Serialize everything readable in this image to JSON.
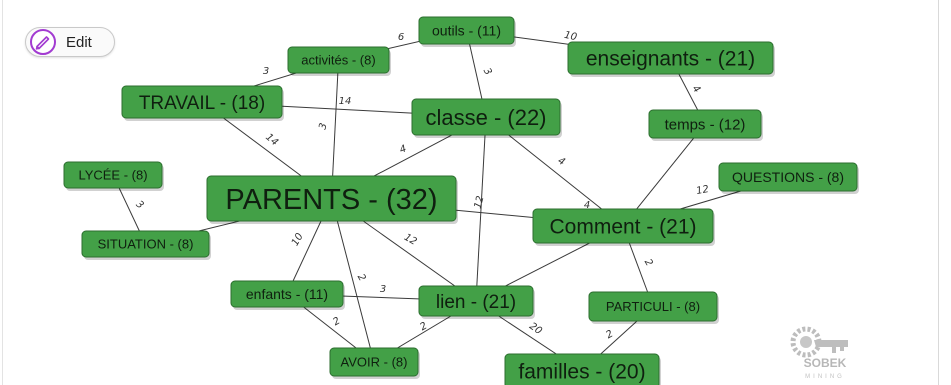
{
  "toolbar": {
    "edit_label": "Edit"
  },
  "icons": {
    "edit": "pencil-circle-icon",
    "logo": "sobek-mining-logo"
  },
  "colors": {
    "node_fill": "#43a047",
    "node_stroke": "#2c6e2f",
    "edge": "#3a3a3a",
    "edit_accent": "#a23bd1"
  },
  "logo": {
    "line1": "SOBEK",
    "line2": "MINING"
  },
  "nodes": [
    {
      "id": "outils",
      "label": "outils - (11)"
    },
    {
      "id": "activites",
      "label": "activités - (8)"
    },
    {
      "id": "enseignants",
      "label": "enseignants - (21)"
    },
    {
      "id": "travail",
      "label": "TRAVAIL - (18)"
    },
    {
      "id": "classe",
      "label": "classe - (22)"
    },
    {
      "id": "temps",
      "label": "temps - (12)"
    },
    {
      "id": "lycee",
      "label": "LYCÉE - (8)"
    },
    {
      "id": "questions",
      "label": "QUESTIONS - (8)"
    },
    {
      "id": "parents",
      "label": "PARENTS - (32)"
    },
    {
      "id": "comment",
      "label": "Comment - (21)"
    },
    {
      "id": "situation",
      "label": "SITUATION - (8)"
    },
    {
      "id": "enfants",
      "label": "enfants - (11)"
    },
    {
      "id": "lien",
      "label": "lien - (21)"
    },
    {
      "id": "particuli",
      "label": "PARTICULI - (8)"
    },
    {
      "id": "avoir",
      "label": "AVOIR - (8)"
    },
    {
      "id": "familles",
      "label": "familles - (20)"
    }
  ],
  "edges": [
    {
      "from": "activites",
      "to": "outils",
      "weight": "6"
    },
    {
      "from": "outils",
      "to": "enseignants",
      "weight": "10"
    },
    {
      "from": "outils",
      "to": "classe",
      "weight": "3"
    },
    {
      "from": "travail",
      "to": "activites",
      "weight": "3"
    },
    {
      "from": "enseignants",
      "to": "temps",
      "weight": "4"
    },
    {
      "from": "travail",
      "to": "classe",
      "weight": "14"
    },
    {
      "from": "travail",
      "to": "parents",
      "weight": "14"
    },
    {
      "from": "activites",
      "to": "parents",
      "weight": "3"
    },
    {
      "from": "classe",
      "to": "parents",
      "weight": "4"
    },
    {
      "from": "classe",
      "to": "comment",
      "weight": "4"
    },
    {
      "from": "temps",
      "to": "comment",
      "weight": "4"
    },
    {
      "from": "classe",
      "to": "lien",
      "weight": "12"
    },
    {
      "from": "questions",
      "to": "comment",
      "weight": "12"
    },
    {
      "from": "lycee",
      "to": "situation",
      "weight": "3"
    },
    {
      "from": "parents",
      "to": "comment",
      "weight": ""
    },
    {
      "from": "parents",
      "to": "situation",
      "weight": ""
    },
    {
      "from": "parents",
      "to": "enfants",
      "weight": "10"
    },
    {
      "from": "parents",
      "to": "lien",
      "weight": "12"
    },
    {
      "from": "parents",
      "to": "avoir",
      "weight": "2"
    },
    {
      "from": "comment",
      "to": "lien",
      "weight": ""
    },
    {
      "from": "comment",
      "to": "particuli",
      "weight": "2"
    },
    {
      "from": "enfants",
      "to": "lien",
      "weight": "3"
    },
    {
      "from": "enfants",
      "to": "avoir",
      "weight": "2"
    },
    {
      "from": "lien",
      "to": "avoir",
      "weight": "2"
    },
    {
      "from": "lien",
      "to": "familles",
      "weight": "20"
    },
    {
      "from": "particuli",
      "to": "familles",
      "weight": "2"
    }
  ]
}
